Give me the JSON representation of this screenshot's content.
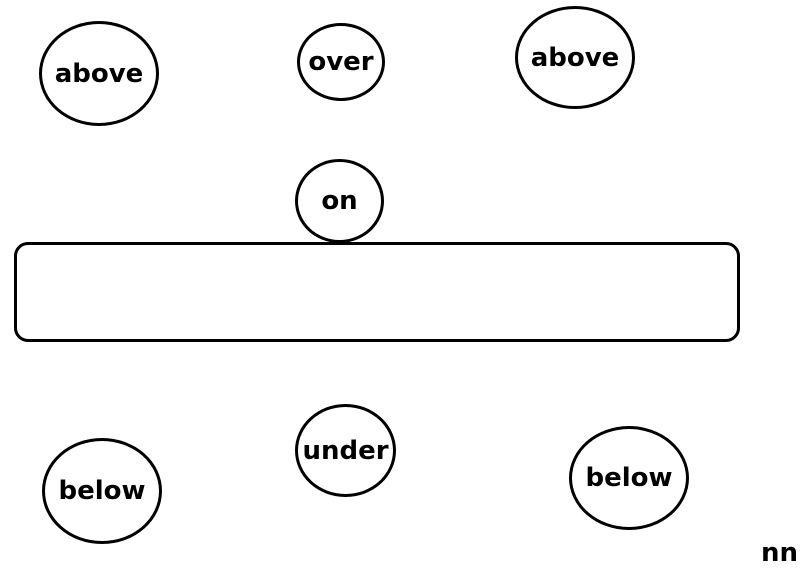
{
  "labels": {
    "above_left": "above",
    "over": "over",
    "above_right": "above",
    "on": "on",
    "under": "under",
    "below_left": "below",
    "below_right": "below",
    "corner": "nn"
  },
  "colors": {
    "stroke": "#000000",
    "background": "#ffffff",
    "text": "#000000"
  }
}
